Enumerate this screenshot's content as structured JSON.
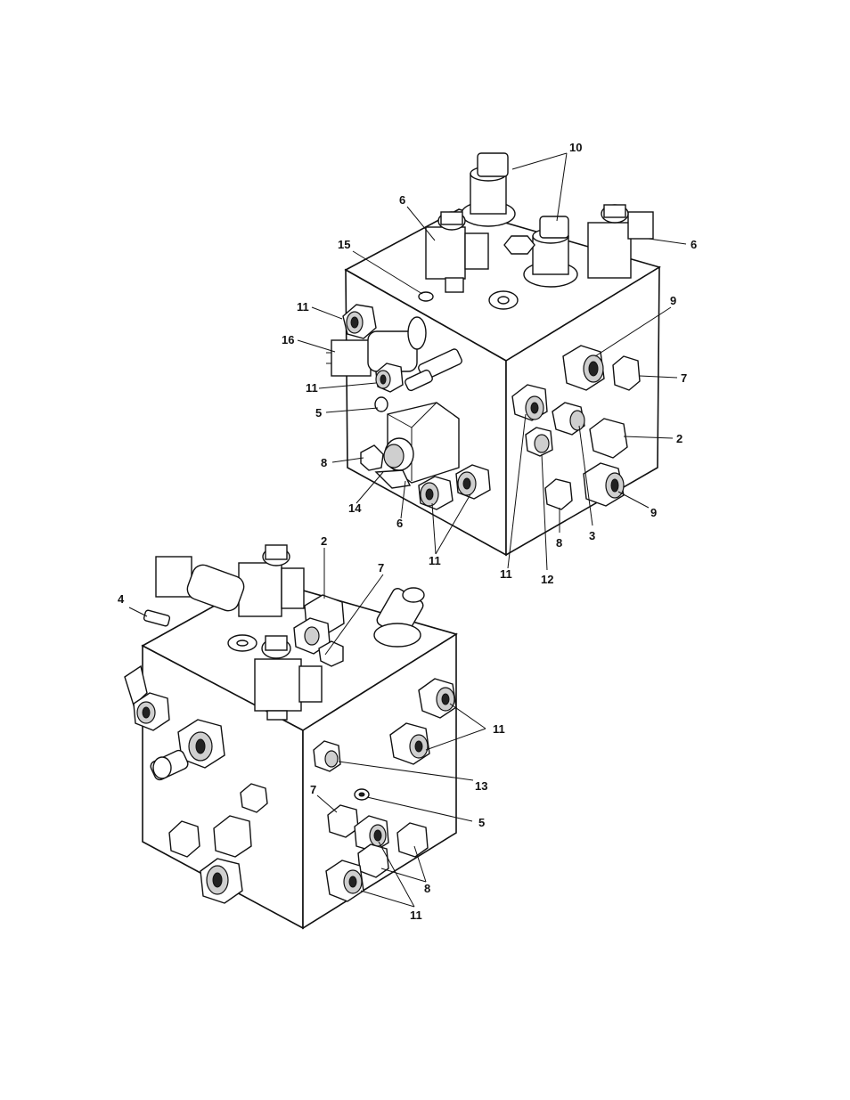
{
  "callouts": {
    "c10": "10",
    "c6a": "6",
    "c6b": "6",
    "c15": "15",
    "c11a": "11",
    "c16": "16",
    "c11b": "11",
    "c5a": "5",
    "c8a": "8",
    "c14": "14",
    "c6c": "6",
    "c11c": "11",
    "c9a": "9",
    "c7a": "7",
    "c2a": "2",
    "c9b": "9",
    "c3": "3",
    "c8b": "8",
    "c11d": "11",
    "c12": "12",
    "c2b": "2",
    "c7b": "7",
    "c4": "4",
    "c11e": "11",
    "c13": "13",
    "c7c": "7",
    "c5b": "5",
    "c8c": "8",
    "c11f": "11"
  }
}
